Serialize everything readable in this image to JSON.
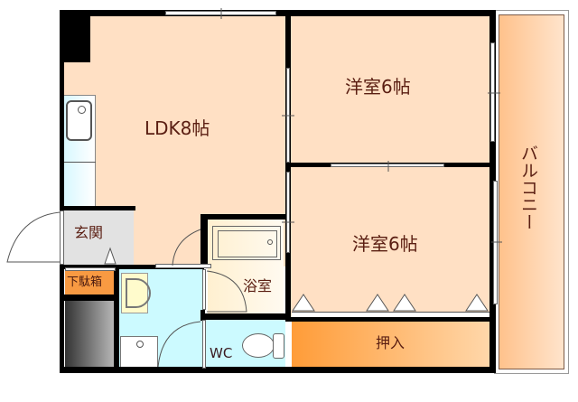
{
  "floorplan": {
    "rooms": {
      "ldk": {
        "label": "LDK8帖"
      },
      "western_room_1": {
        "label": "洋室6帖"
      },
      "western_room_2": {
        "label": "洋室6帖"
      },
      "balcony": {
        "label": "バルコニー"
      },
      "entrance": {
        "label": "玄関"
      },
      "shoe_box": {
        "label": "下駄箱"
      },
      "bathroom": {
        "label": "浴室"
      },
      "toilet": {
        "label": "WC"
      },
      "closet": {
        "label": "押入"
      }
    },
    "colors": {
      "room_fill": "#ffe0c4",
      "wall": "#000000",
      "wet_area": "#ccfaff",
      "bath_fill": "#fff4dc",
      "entrance_fill": "#e2e2e2",
      "closet_orange": "#ff9f3c",
      "shoe_box_orange": "#f89a42",
      "balcony_fill": "#ffcf9f",
      "label_text": "#5a1e12"
    }
  }
}
